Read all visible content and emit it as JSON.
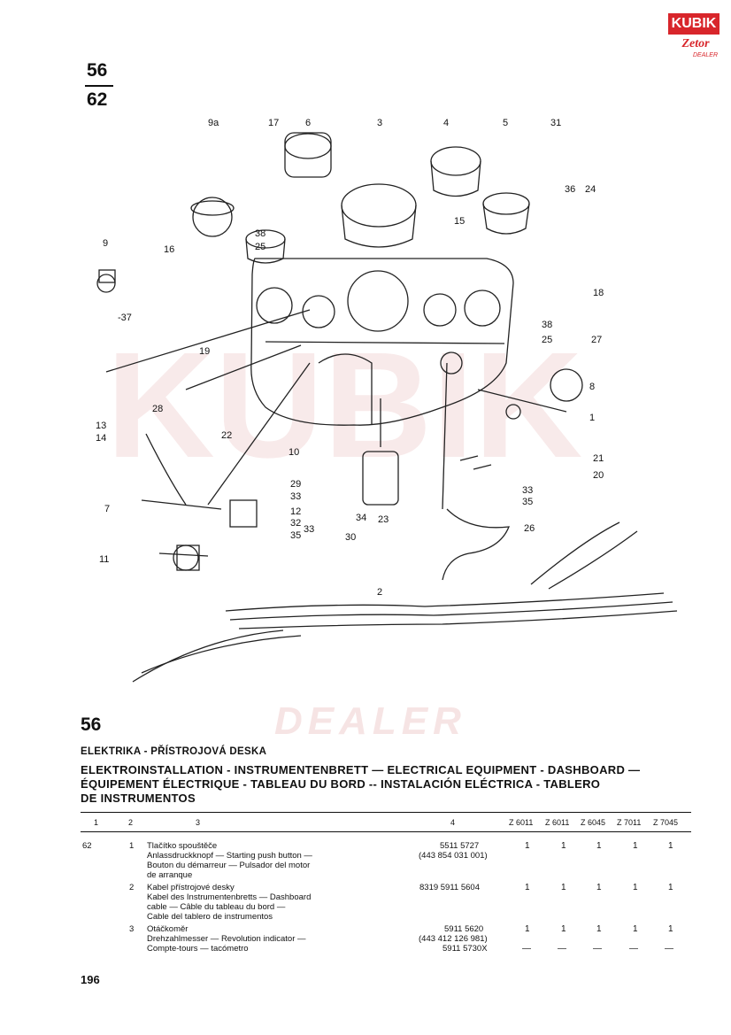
{
  "header": {
    "page_fraction_top": "56",
    "page_fraction_bottom": "62",
    "logo_top": "KUBIK",
    "logo_mid": "Zetor",
    "logo_small": "DEALER"
  },
  "watermark": {
    "dealer": "DEALER"
  },
  "diagram": {
    "labels": [
      "9a",
      "17",
      "6",
      "3",
      "4",
      "5",
      "31",
      "36",
      "24",
      "9",
      "16",
      "38",
      "25",
      "15",
      "18",
      "37",
      "38",
      "25",
      "27",
      "19",
      "8",
      "28",
      "22",
      "13",
      "14",
      "1",
      "10",
      "21",
      "20",
      "7",
      "29",
      "33",
      "12",
      "32",
      "33",
      "35",
      "34",
      "30",
      "23",
      "33",
      "35",
      "26",
      "11",
      "2"
    ]
  },
  "section": {
    "number": "56",
    "title_cs": "ELEKTRIKA - PŘÍSTROJOVÁ DESKA",
    "title_line2": "ELEKTROINSTALLATION - INSTRUMENTENBRETT — ELECTRICAL EQUIPMENT - DASHBOARD —",
    "title_line3": "ÉQUIPEMENT ÉLECTRIQUE - TABLEAU DU BORD -- INSTALACIÓN ELÉCTRICA - TABLERO",
    "title_line4": "DE INSTRUMENTOS"
  },
  "table": {
    "headers": [
      "1",
      "2",
      "3",
      "4",
      "Z 6011",
      "Z 6011",
      "Z 6045",
      "Z 7011",
      "Z 7045"
    ],
    "rows": [
      {
        "col1": "62",
        "col2": "1",
        "desc": [
          "Tlačítko spouštěče",
          "Anlassdruckknopf — Starting push button —",
          "Bouton du démarreur — Pulsador del motor",
          "de arranque"
        ],
        "part": [
          "5511 5727",
          "(443 854 031 001)"
        ],
        "qty": [
          "1",
          "1",
          "1",
          "1",
          "1"
        ]
      },
      {
        "col1": "",
        "col2": "2",
        "desc": [
          "Kabel přístrojové desky",
          "Kabel des Instrumentenbretts — Dashboard",
          "cable — Câble du tableau du bord —",
          "Cable del tablero de instrumentos"
        ],
        "part": [
          "8319 5911 5604"
        ],
        "qty": [
          "1",
          "1",
          "1",
          "1",
          "1"
        ]
      },
      {
        "col1": "",
        "col2": "3",
        "desc": [
          "Otáčkoměr",
          "Drehzahlmesser — Revolution indicator —",
          "Compte-tours — tacómetro"
        ],
        "part": [
          "5911 5620",
          "(443 412 126 981)",
          "5911 5730X"
        ],
        "qty": [
          "1",
          "1",
          "1",
          "1",
          "1"
        ],
        "qty2": [
          "—",
          "—",
          "—",
          "—",
          "—"
        ]
      }
    ]
  },
  "footer": {
    "page": "196"
  }
}
